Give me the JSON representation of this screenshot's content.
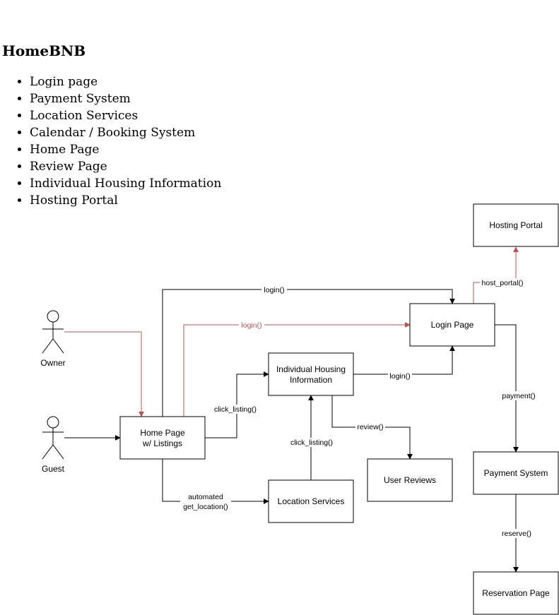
{
  "title": "HomeBNB",
  "features": [
    "Login page",
    "Payment System",
    "Location Services",
    "Calendar / Booking System",
    "Home Page",
    "Review Page",
    "Individual Housing Information",
    "Hosting Portal"
  ],
  "actors": {
    "owner": "Owner",
    "guest": "Guest"
  },
  "boxes": {
    "hosting_portal": [
      "Hosting Portal"
    ],
    "login_page": [
      "Login Page"
    ],
    "individual_housing": [
      "Individual Housing",
      "Information"
    ],
    "home_page": [
      "Home Page",
      "w/ Listings"
    ],
    "location_services": [
      "Location Services"
    ],
    "user_reviews": [
      "User Reviews"
    ],
    "payment_system": [
      "Payment System"
    ],
    "reservation_page": [
      "Reservation Page"
    ]
  },
  "edges": {
    "login_top": "login()",
    "login_owner": "login()",
    "login_housing": "login()",
    "host_portal": "host_portal()",
    "click_listing_home": "click_listing()",
    "click_listing_location": "click_listing()",
    "review": "review()",
    "payment": "payment()",
    "reserve": "reserve()",
    "get_location": [
      "automated",
      "get_location()"
    ]
  },
  "colors": {
    "owner_path": "#b85450",
    "default": "#000000"
  }
}
